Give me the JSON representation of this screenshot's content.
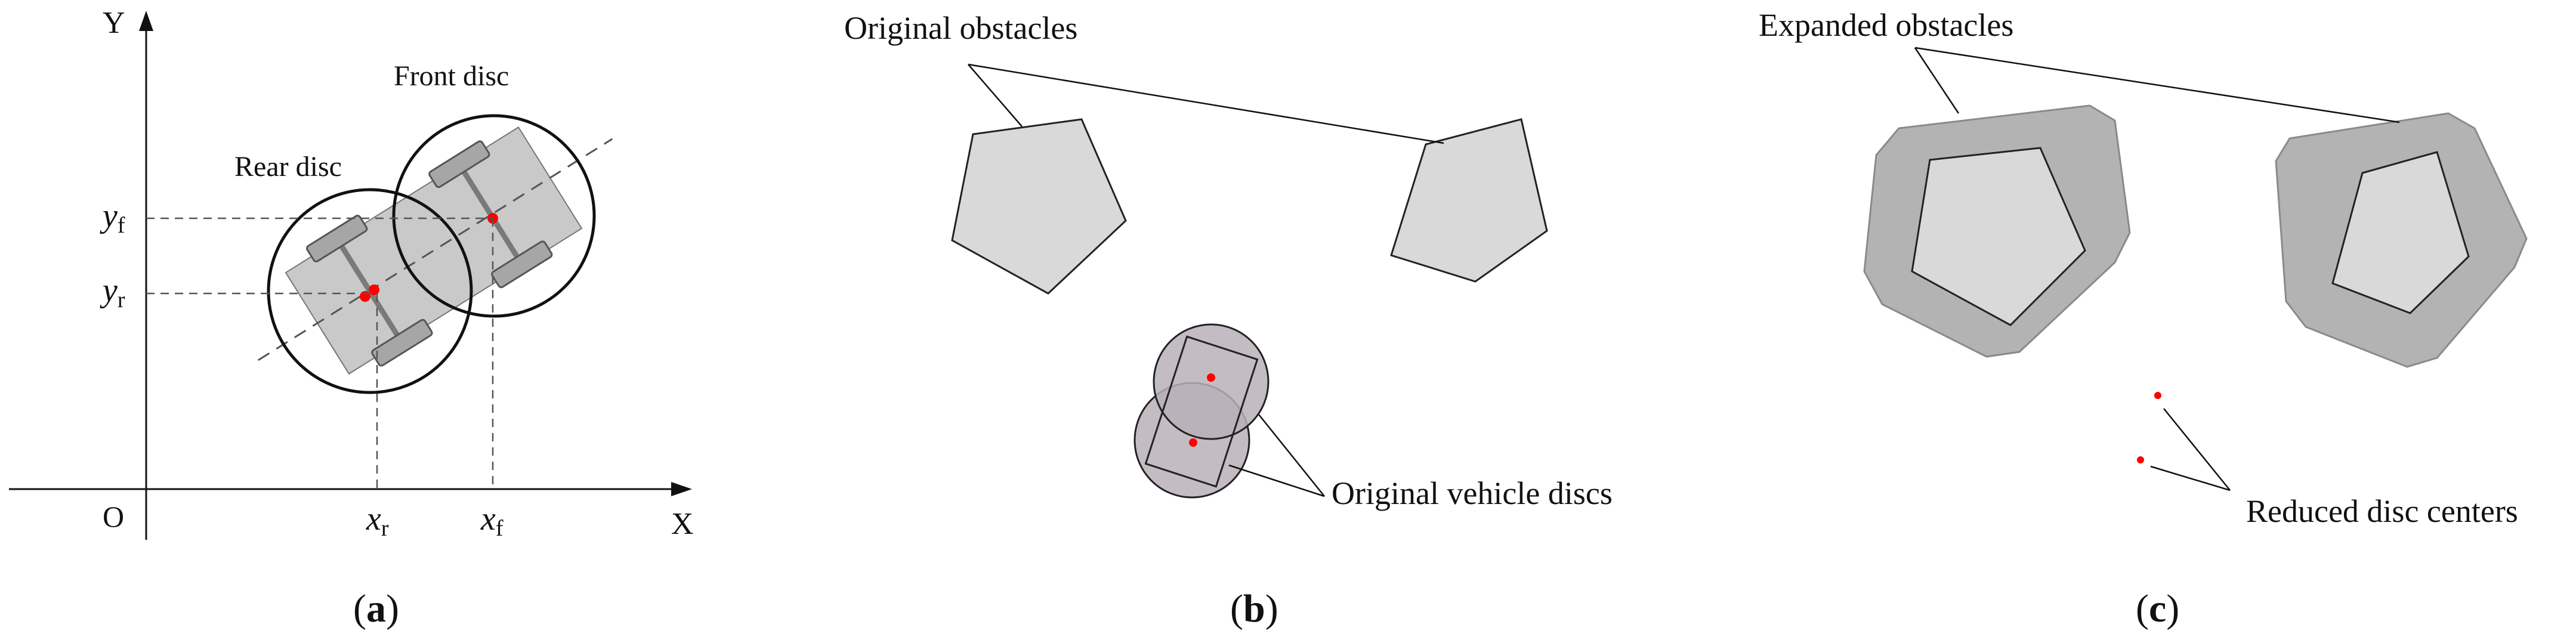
{
  "panel_a": {
    "axis_y": "Y",
    "axis_x": "X",
    "origin": "O",
    "front_disc": "Front disc",
    "rear_disc": "Rear disc",
    "y_f": "y",
    "y_f_sub": "f",
    "y_r": "y",
    "y_r_sub": "r",
    "x_r": "x",
    "x_r_sub": "r",
    "x_f": "x",
    "x_f_sub": "f",
    "caption_open": "(",
    "caption_letter": "a",
    "caption_close": ")"
  },
  "panel_b": {
    "original_obstacles": "Original obstacles",
    "original_vehicle_discs": "Original vehicle discs",
    "caption_open": "(",
    "caption_letter": "b",
    "caption_close": ")"
  },
  "panel_c": {
    "expanded_obstacles": "Expanded obstacles",
    "reduced_disc_centers": "Reduced disc centers",
    "caption_open": "(",
    "caption_letter": "c",
    "caption_close": ")"
  },
  "colors": {
    "obstacle_fill": "#d9d9d9",
    "expanded_fill": "#b3b3b3",
    "vehicle_fill": "#c9c9c9",
    "wheel_fill": "#a6a6a6",
    "disc_fill": "#b9b0b9",
    "center_dot": "#ff0000",
    "line": "#111111"
  }
}
